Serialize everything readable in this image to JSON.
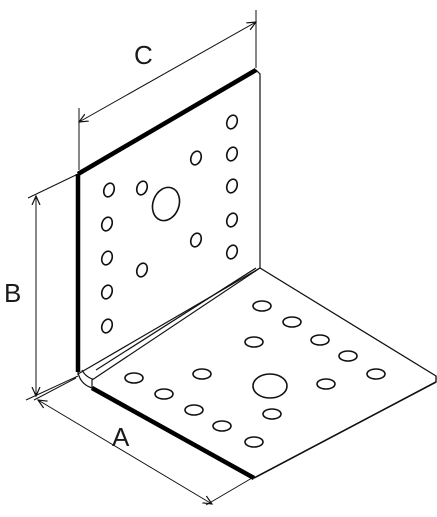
{
  "diagram": {
    "dimension_labels": {
      "a": "A",
      "b": "B",
      "c": "C"
    },
    "colors": {
      "line": "#111111",
      "plate_fill": "#ffffff",
      "edge": "#000000"
    }
  }
}
